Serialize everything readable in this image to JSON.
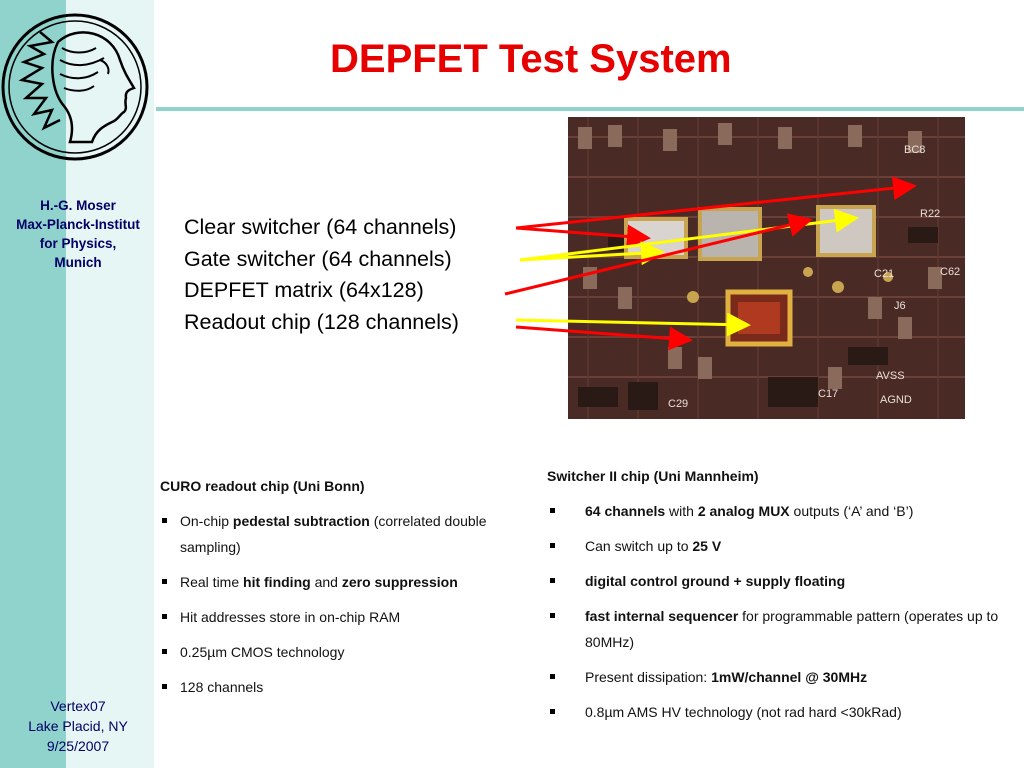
{
  "title": "DEPFET Test System",
  "sidebar": {
    "author_lines": [
      "H.-G. Moser",
      "Max-Planck-Institut",
      "for Physics,",
      "Munich"
    ],
    "conference_lines": [
      "Vertex07",
      "Lake Placid, NY",
      "9/25/2007"
    ]
  },
  "photo_labels": [
    "Clear switcher (64 channels)",
    "Gate switcher (64 channels)",
    "DEPFET matrix (64x128)",
    "Readout chip (128 channels)"
  ],
  "photo_silkscreen": [
    "R22",
    "C21",
    "J6",
    "C62",
    "AVSS",
    "AGND",
    "C29",
    "C17",
    "BC8"
  ],
  "curo": {
    "heading": "CURO readout chip (Uni Bonn)",
    "item1": {
      "a": "On-chip ",
      "b": "pedestal subtraction",
      "c": " (correlated double sampling)"
    },
    "item2": {
      "a": "Real time ",
      "b": "hit finding",
      "c": " and ",
      "d": "zero suppression"
    },
    "item3": "Hit addresses store in on-chip RAM",
    "item4": "0.25µm CMOS technology",
    "item5": "128 channels"
  },
  "switcher": {
    "heading": "Switcher II chip (Uni Mannheim)",
    "item1": {
      "a": "64 channels",
      "b": " with ",
      "c": "2 analog MUX",
      "d": " outputs (‘A’ and ‘B’)"
    },
    "item2": {
      "a": "Can switch up to ",
      "b": "25 V"
    },
    "item3": "digital control ground + supply floating",
    "item4": {
      "a": "fast internal sequencer",
      "b": " for programmable pattern (operates up to 80MHz)"
    },
    "item5": {
      "a": "Present dissipation: ",
      "b": "1mW/channel @ 30MHz"
    },
    "item6": "0.8µm AMS HV technology (not rad hard <30kRad)"
  },
  "colors": {
    "title": "#e60000",
    "sidebar_dark": "#8fd3cc",
    "sidebar_light": "#e6f6f4",
    "arrow_red": "#ff0000",
    "arrow_yellow": "#ffff00"
  }
}
